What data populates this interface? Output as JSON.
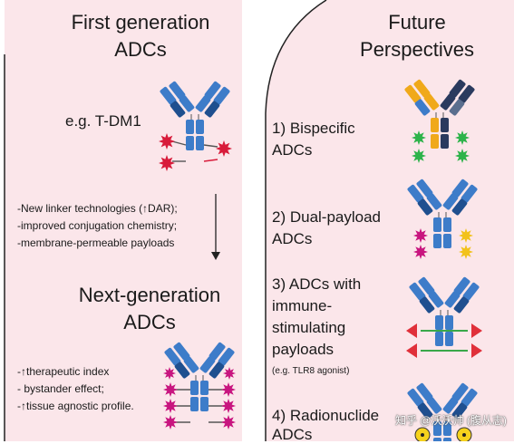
{
  "left_panel": {
    "title_line1": "First generation",
    "title_line2": "ADCs",
    "example": "e.g. T-DM1",
    "improvements": [
      "-New linker technologies (↑DAR);",
      "-improved conjugation chemistry;",
      "-membrane-permeable payloads"
    ],
    "next_title_line1": "Next-generation",
    "next_title_line2": "ADCs",
    "benefits": [
      "-↑therapeutic index",
      "- bystander effect;",
      "-↑tissue agnostic profile."
    ]
  },
  "right_panel": {
    "title_line1": "Future",
    "title_line2": "Perspectives",
    "items": [
      {
        "line1": "1) Bispecific",
        "line2": "ADCs"
      },
      {
        "line1": "2) Dual-payload",
        "line2": "ADCs"
      },
      {
        "line1": "3) ADCs with",
        "line2": "immune-",
        "line3": "stimulating",
        "line4": "payloads",
        "note": "(e.g. TLR8 agonist)"
      },
      {
        "line1": "4) Radionuclide",
        "line2": "ADCs"
      }
    ]
  },
  "watermark": "知乎 @沃沃帅 (腹从志)",
  "colors": {
    "panel_pink": "#fbe6ea",
    "antibody_blue": "#3d7cc9",
    "antibody_dark": "#1f4f8f",
    "payload_red": "#d81b3a",
    "payload_magenta": "#c8157f",
    "payload_yellow": "#f2c21b",
    "payload_green": "#2db34a",
    "bispecific_orange": "#f0a91a",
    "bispecific_navy": "#2a3a5e",
    "triangle_red": "#e0303a",
    "link_green": "#3aa84a",
    "radionuclide_yellow": "#f6d21c"
  }
}
